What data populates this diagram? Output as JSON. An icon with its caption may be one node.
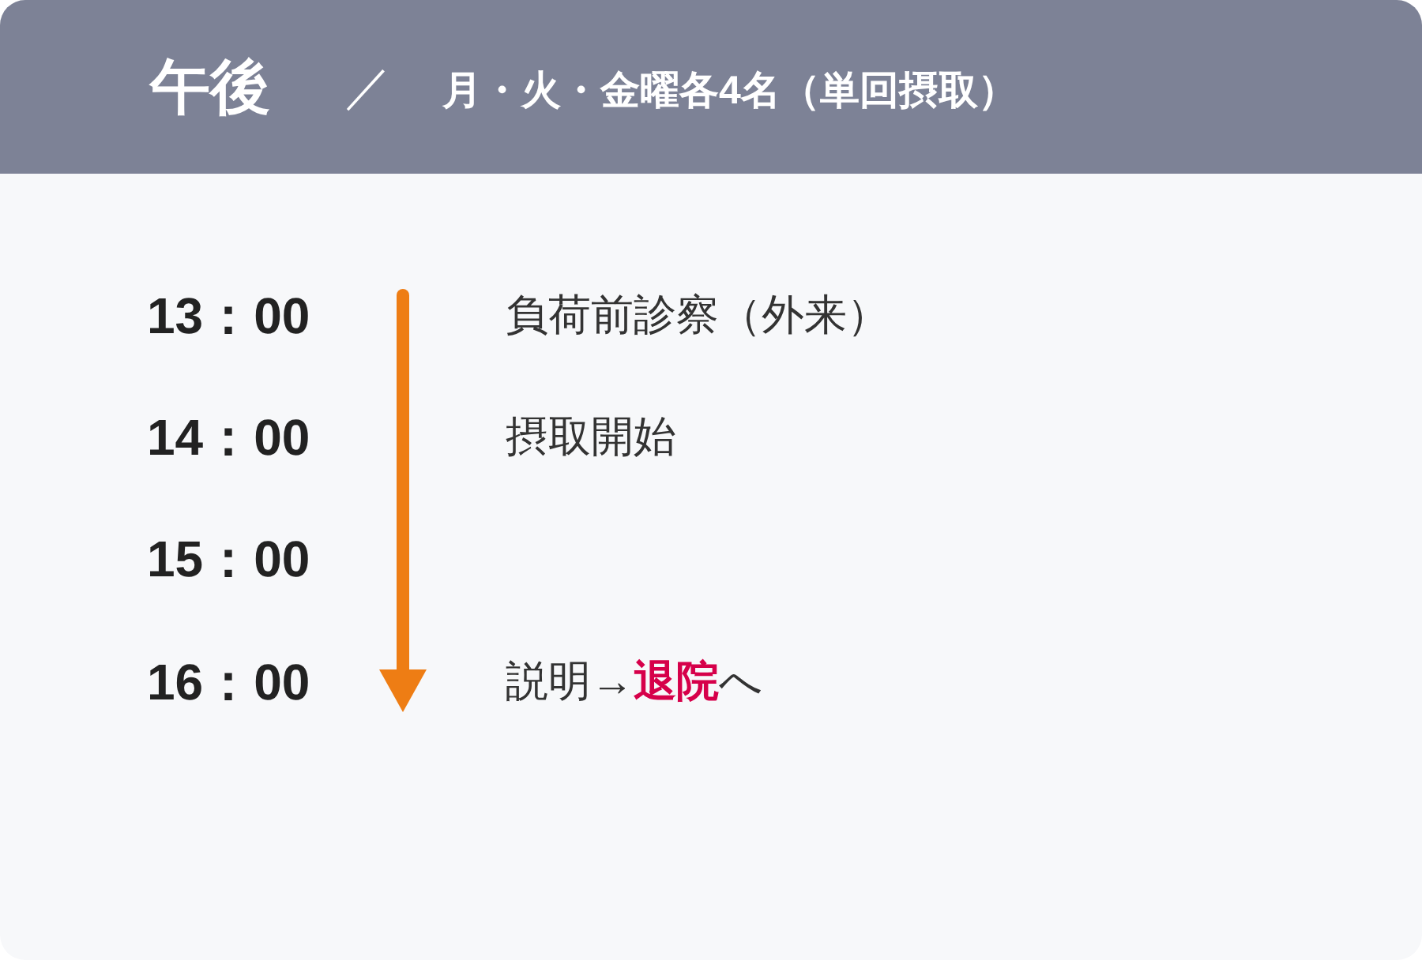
{
  "diagram": {
    "nodes": [
      {
        "text": [
          "午後",
          "／",
          "月・火・金曜各4名（単回摂取）"
        ]
      }
    ],
    "labels": [
      "13：00",
      "負荷前診察（外来）",
      "14：00",
      "摂取開始",
      "15：00",
      "16：00",
      "説明→**退院**へ"
    ]
  }
}
